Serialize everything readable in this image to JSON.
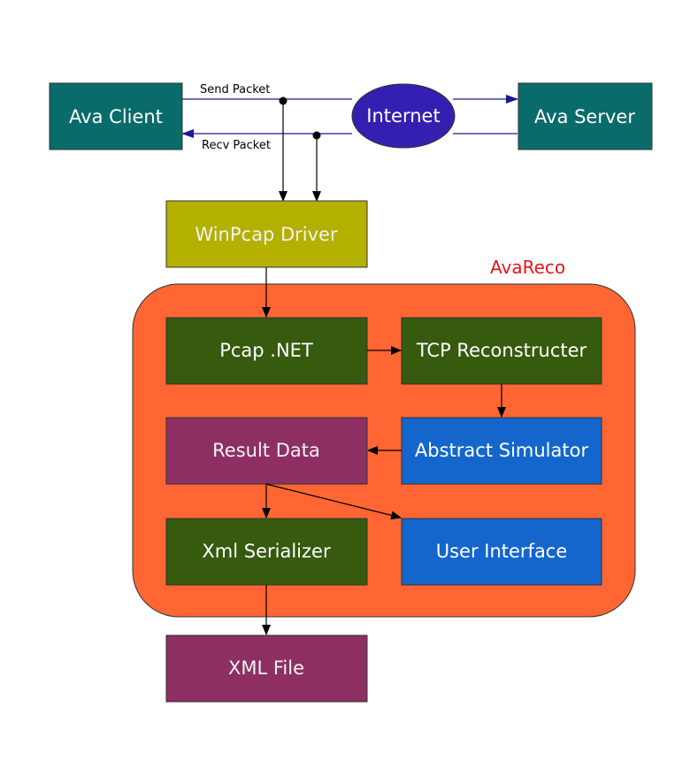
{
  "diagram": {
    "group": {
      "label": "AvaReco",
      "label_color": "#e8131b",
      "fill": "#ff6633"
    },
    "nodes": {
      "ava_client": {
        "label": "Ava Client",
        "fill": "#0a6b6b"
      },
      "internet": {
        "label": "Internet",
        "fill": "#3320b0"
      },
      "ava_server": {
        "label": "Ava Server",
        "fill": "#0a6b6b"
      },
      "winpcap": {
        "label": "WinPcap Driver",
        "fill": "#b3b000"
      },
      "pcap_net": {
        "label": "Pcap .NET",
        "fill": "#365a0e"
      },
      "tcp_reconstructer": {
        "label": "TCP Reconstructer",
        "fill": "#365a0e"
      },
      "result_data": {
        "label": "Result Data",
        "fill": "#8e2f63"
      },
      "abstract_simulator": {
        "label": "Abstract Simulator",
        "fill": "#1466cc"
      },
      "xml_serializer": {
        "label": "Xml Serializer",
        "fill": "#365a0e"
      },
      "user_interface": {
        "label": "User Interface",
        "fill": "#1466cc"
      },
      "xml_file": {
        "label": "XML File",
        "fill": "#8e2f63"
      }
    },
    "edge_labels": {
      "send_packet": "Send Packet",
      "recv_packet": "Recv Packet"
    }
  }
}
